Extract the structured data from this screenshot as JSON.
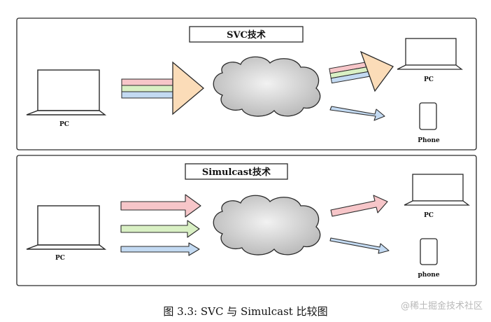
{
  "panels": [
    {
      "id": "svc",
      "title": "SVC技术",
      "source_label": "PC",
      "targets": [
        {
          "label": "PC"
        },
        {
          "label": "Phone"
        }
      ]
    },
    {
      "id": "simulcast",
      "title": "Simulcast技术",
      "source_label": "PC",
      "targets": [
        {
          "label": "PC"
        },
        {
          "label": "phone"
        }
      ]
    }
  ],
  "caption": "图 3.3: SVC 与 Simulcast 比较图",
  "watermark": "@稀土掘金技术社区",
  "colors": {
    "layer_red": "#f7c6c9",
    "layer_green": "#d9f0c4",
    "layer_blue": "#c3daf2",
    "prism": "#fbdcb8",
    "cloud": "#d0d0d0",
    "stroke": "#2a2a2a"
  }
}
